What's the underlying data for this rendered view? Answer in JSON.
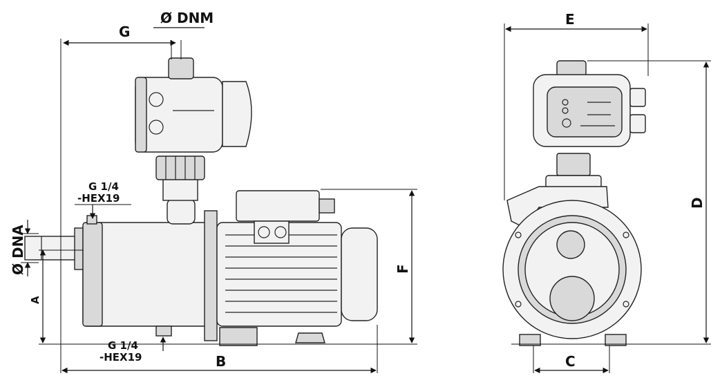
{
  "drawing": {
    "labels": {
      "dnm": "Ø DNM",
      "g": "G",
      "dna": "Ø DNA",
      "a": "A",
      "g14_top": "G 1/4",
      "hex19_top": "-HEX19",
      "g14_bottom": "G 1/4",
      "hex19_bottom": "-HEX19",
      "b": "B",
      "f": "F",
      "e": "E",
      "c": "C",
      "d": "D"
    },
    "colors": {
      "line": "#111111",
      "fill": "#f2f2f2",
      "background": "#ffffff"
    }
  }
}
